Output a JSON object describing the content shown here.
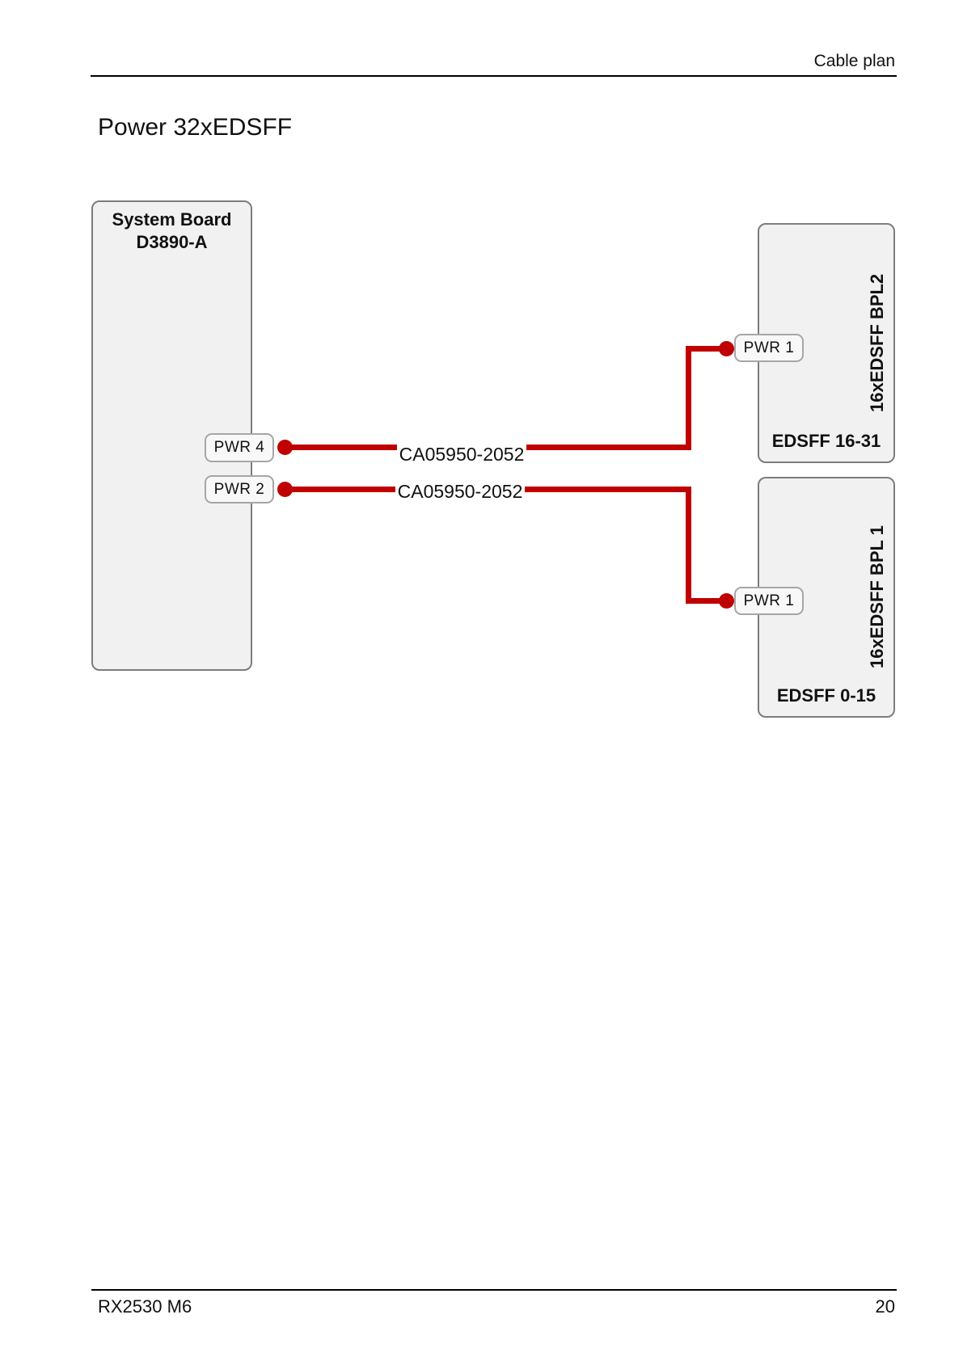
{
  "header": {
    "title": "Cable plan"
  },
  "title": "Power 32xEDSFF",
  "diagram": {
    "system_board": {
      "name": "System Board",
      "model": "D3890-A",
      "ports": [
        {
          "label": "PWR 4"
        },
        {
          "label": "PWR 2"
        }
      ]
    },
    "cables": [
      {
        "label": "CA05950-2052"
      },
      {
        "label": "CA05950-2052"
      }
    ],
    "backplanes": [
      {
        "side_label": "16xEDSFF BPL2",
        "drives_label": "EDSFF 16-31",
        "port": {
          "label": "PWR 1"
        }
      },
      {
        "side_label": "16xEDSFF BPL 1",
        "drives_label": "EDSFF 0-15",
        "port": {
          "label": "PWR 1"
        }
      }
    ],
    "colors": {
      "cable": "#c00000",
      "box_fill": "#f1f1f1",
      "box_border": "#7d7d7d"
    }
  },
  "footer": {
    "left": "RX2530 M6",
    "page_number": "20"
  }
}
